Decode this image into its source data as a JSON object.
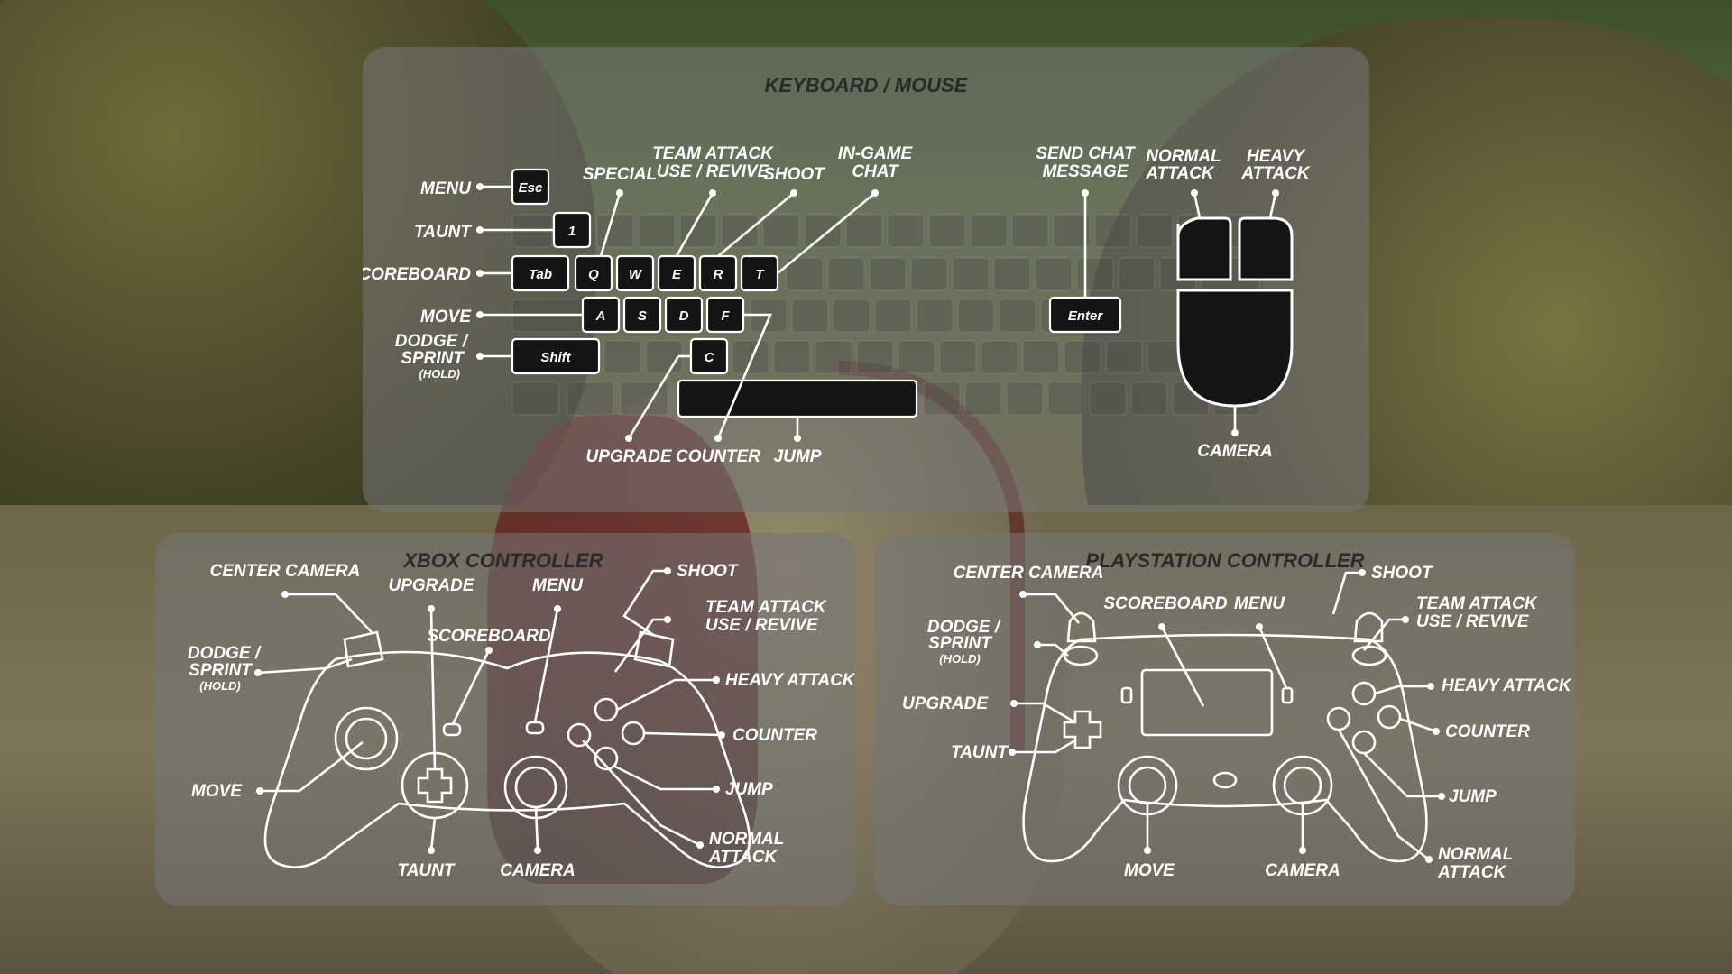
{
  "keyboard": {
    "title": "KEYBOARD / MOUSE",
    "labels": {
      "menu": "MENU",
      "taunt": "TAUNT",
      "scoreboard": "SCOREBOARD",
      "move": "MOVE",
      "dodge1": "DODGE /",
      "dodge2": "SPRINT",
      "dodge3": "(HOLD)",
      "special": "SPECIAL",
      "team1": "TEAM ATTACK",
      "team2": "USE / REVIVE",
      "shoot": "SHOOT",
      "chat1": "IN-GAME",
      "chat2": "CHAT",
      "send1": "SEND CHAT",
      "send2": "MESSAGE",
      "upgrade": "UPGRADE",
      "counter": "COUNTER",
      "jump": "JUMP"
    },
    "keys": {
      "esc": "Esc",
      "one": "1",
      "tab": "Tab",
      "q": "Q",
      "w": "W",
      "e": "E",
      "r": "R",
      "t": "T",
      "a": "A",
      "s": "S",
      "d": "D",
      "f": "F",
      "shift": "Shift",
      "c": "C",
      "enter": "Enter"
    },
    "mouse": {
      "normal1": "NORMAL",
      "normal2": "ATTACK",
      "heavy1": "HEAVY",
      "heavy2": "ATTACK",
      "camera": "CAMERA"
    }
  },
  "xbox": {
    "title": "XBOX CONTROLLER",
    "labels": {
      "center_camera": "CENTER CAMERA",
      "upgrade": "UPGRADE",
      "menu": "MENU",
      "shoot": "SHOOT",
      "scoreboard": "SCOREBOARD",
      "team1": "TEAM ATTACK",
      "team2": "USE / REVIVE",
      "dodge1": "DODGE /",
      "dodge2": "SPRINT",
      "dodge3": "(HOLD)",
      "heavy": "HEAVY ATTACK",
      "counter": "COUNTER",
      "move": "MOVE",
      "jump": "JUMP",
      "normal1": "NORMAL",
      "normal2": "ATTACK",
      "taunt": "TAUNT",
      "camera": "CAMERA"
    }
  },
  "playstation": {
    "title": "PLAYSTATION CONTROLLER",
    "labels": {
      "center_camera": "CENTER CAMERA",
      "shoot": "SHOOT",
      "scoreboard": "SCOREBOARD",
      "menu": "MENU",
      "dodge1": "DODGE /",
      "dodge2": "SPRINT",
      "dodge3": "(HOLD)",
      "team1": "TEAM ATTACK",
      "team2": "USE / REVIVE",
      "heavy": "HEAVY ATTACK",
      "upgrade": "UPGRADE",
      "counter": "COUNTER",
      "taunt": "TAUNT",
      "jump": "JUMP",
      "normal1": "NORMAL",
      "normal2": "ATTACK",
      "move": "MOVE",
      "camera": "CAMERA"
    }
  }
}
